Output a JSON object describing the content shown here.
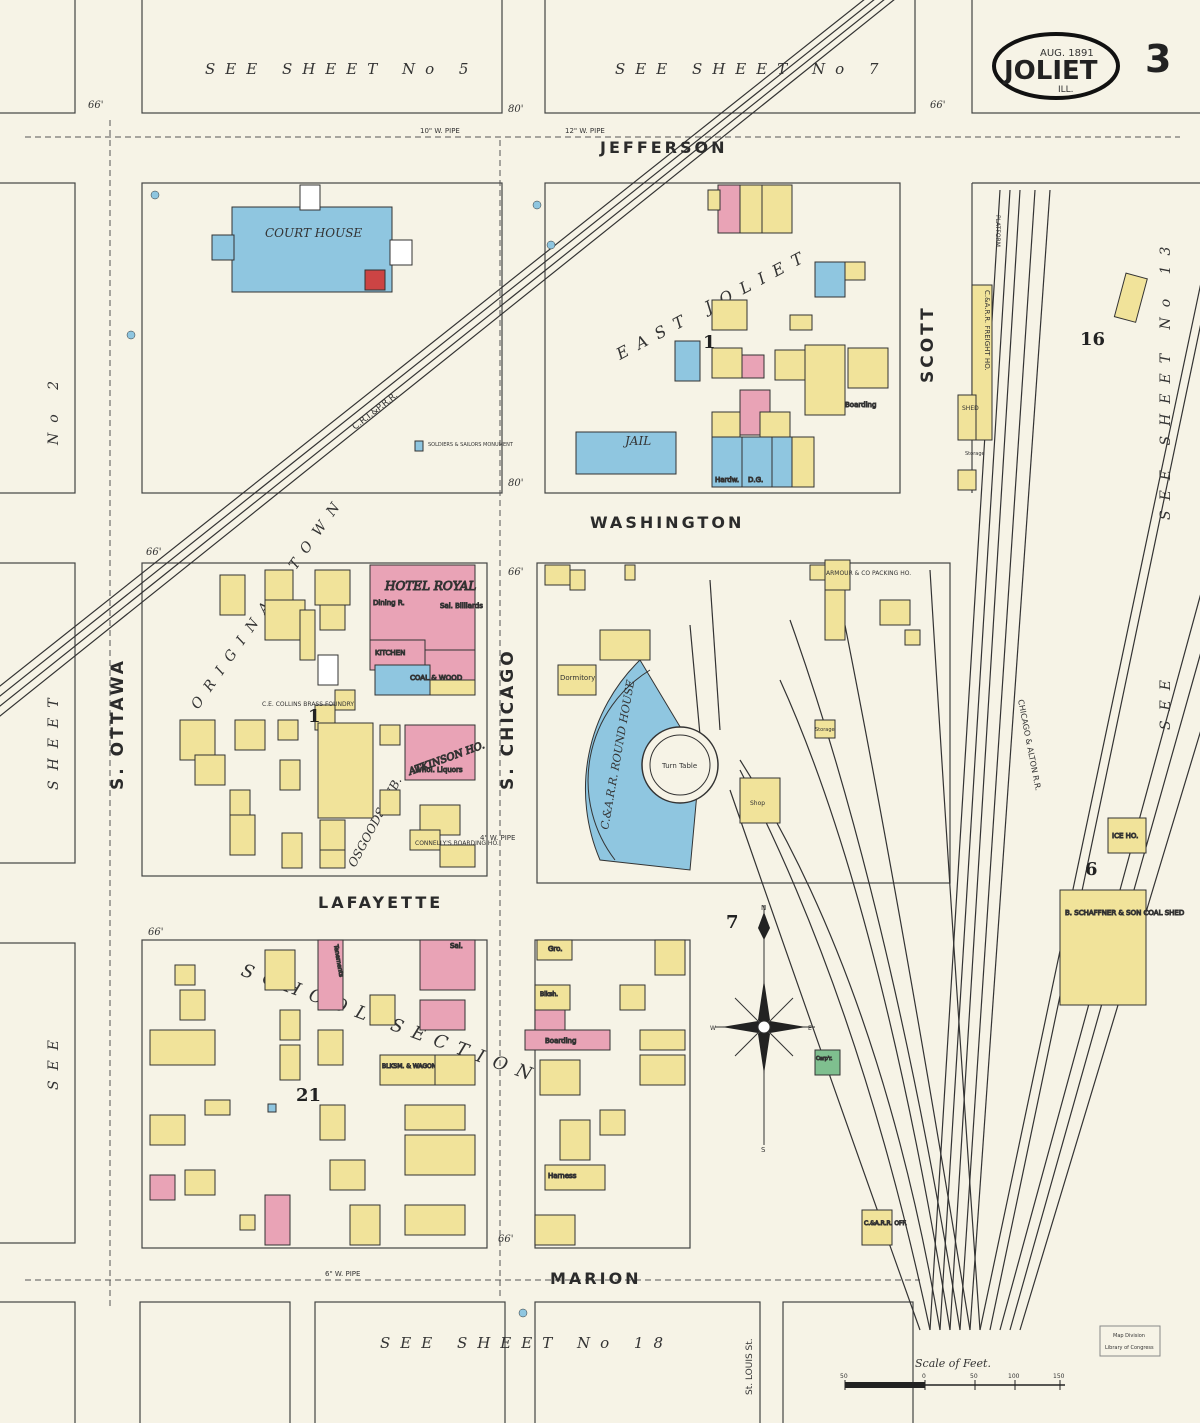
{
  "title_block": {
    "date": "AUG. 1891",
    "city": "JOLIET",
    "state": "ILL.",
    "sheet_number": "3"
  },
  "streets": {
    "jefferson": "JEFFERSON",
    "washington": "WASHINGTON",
    "lafayette": "LAFAYETTE",
    "marion": "MARION",
    "s_ottawa": "S. OTTAWA",
    "s_chicago": "S. CHICAGO",
    "scott": "SCOTT",
    "st_louis": "St. LOUIS St.",
    "east_joliet": "EAST JOLIET",
    "original_town": "ORIGINAL TOWN",
    "osgoods_sub": "OSGOODS SUB.",
    "school_section": "SCHOOL SECTION"
  },
  "see_sheet": {
    "top_left": "SEE SHEET No 5",
    "top_right": "SEE SHEET No 7",
    "bottom": "SEE SHEET No 18",
    "left": "SHEET",
    "left_lower": "SEE",
    "left_no": "No 2",
    "right": "SEE SHEET No 13",
    "right_lower": "SEE"
  },
  "street_widths": {
    "w1": "66'",
    "w2": "80'",
    "w3": "66'",
    "w4": "80'",
    "w5": "66'",
    "w6": "66'",
    "w7": "66'",
    "w8": "66'"
  },
  "pipes": {
    "p1": "10\" W. PIPE",
    "p2": "12\" W. PIPE",
    "p3": "6\" W. PIPE",
    "p4": "4\" W. PIPE"
  },
  "buildings": {
    "court_house": "COURT HOUSE",
    "jail": "JAIL",
    "hotel_royal": "HOTEL ROYAL",
    "dining": "Dining R.",
    "sal_billiards": "Sal. Billiards",
    "kitchen": "KITCHEN",
    "coal_wood": "COAL & WOOD",
    "atkinson": "ATKINSON HO.",
    "whol_liquors": "Whol. Liquors",
    "collins": "C.E. COLLINS BRASS FOUNDRY",
    "connellys": "CONNELLY'S BOARDING HO.",
    "dormitory": "Dormitory",
    "round_house": "C.&A.R.R. ROUND HOUSE",
    "turn_table": "Turn Table",
    "armour": "ARMOUR & CO PACKING HO.",
    "freight": "C.&A.R.R. FREIGHT HO.",
    "platform": "PLATFORM",
    "shed": "SHED",
    "storage": "Storage",
    "ice_ho": "ICE HO.",
    "schaffner": "B. SCHAFFNER & SON COAL SHED",
    "tenements": "Tenements",
    "blksm_wagon": "BLKSM. & WAGON SHOP",
    "harness": "Harness",
    "boarding": "Boarding",
    "carr_off": "C.&A.R.R. OFF.",
    "gro": "Gro.",
    "monument": "SOLDIERS & SAILORS MONUMENT",
    "hardw": "Hardw.",
    "dg": "D.G.",
    "boarding2": "Boarding",
    "blksh": "Blksh.",
    "carp": "Carp'r.",
    "storage2": "Storage",
    "shop": "Shop",
    "sal": "Sal."
  },
  "block_numbers": {
    "b1": "1",
    "b16": "16",
    "b1b": "1",
    "b7": "7",
    "b6": "6",
    "b21": "21"
  },
  "railroads": {
    "cbi": "C.R.I.&P.R.R.",
    "chicago_alton": "CHICAGO & ALTON R.R."
  },
  "compass": {
    "n": "N",
    "s": "S",
    "e": "E",
    "w": "W"
  },
  "scale": {
    "label": "Scale of Feet.",
    "t0": "50",
    "t1": "0",
    "t2": "50",
    "t3": "100",
    "t4": "150"
  },
  "stamp": {
    "line1": "Map Division",
    "line2": "Library of Congress"
  },
  "colors": {
    "paper": "#f6f3e6",
    "brick_pink": "#e9a3b6",
    "stone_blue": "#8fc6e0",
    "frame_yellow": "#f1e39a",
    "green": "#7fbf8f",
    "ink": "#2b2b2b"
  }
}
